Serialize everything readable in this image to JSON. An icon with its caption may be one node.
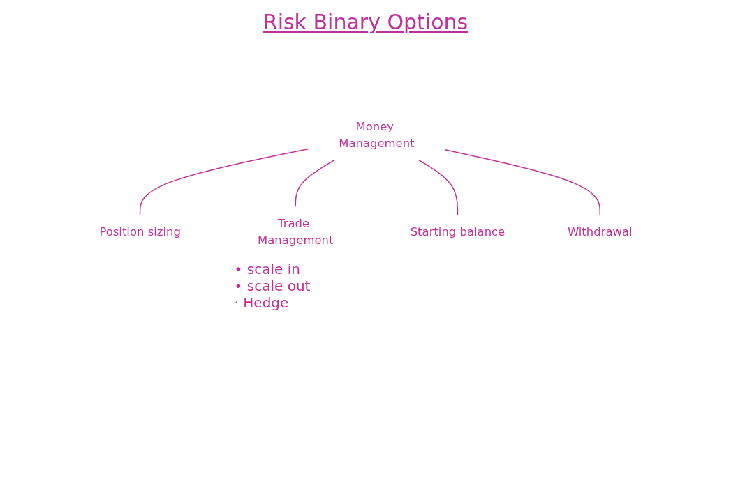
{
  "diagram": {
    "title": "Risk Binary Options",
    "nodes": [
      {
        "text": [
          "Money Management"
        ]
      },
      {
        "text": [
          "Position sizing"
        ]
      },
      {
        "text": [
          "Trade Management"
        ]
      },
      {
        "text": [
          "Starting balance"
        ]
      },
      {
        "text": [
          "Withdrawal"
        ]
      }
    ],
    "edges": [
      {
        "from": 0,
        "to": 1,
        "arrow": "none"
      },
      {
        "from": 0,
        "to": 2,
        "arrow": "none"
      },
      {
        "from": 0,
        "to": 3,
        "arrow": "none"
      },
      {
        "from": 0,
        "to": 4,
        "arrow": "none"
      }
    ],
    "labels": [
      "• scale in",
      "• scale out",
      "· Hedge"
    ]
  }
}
